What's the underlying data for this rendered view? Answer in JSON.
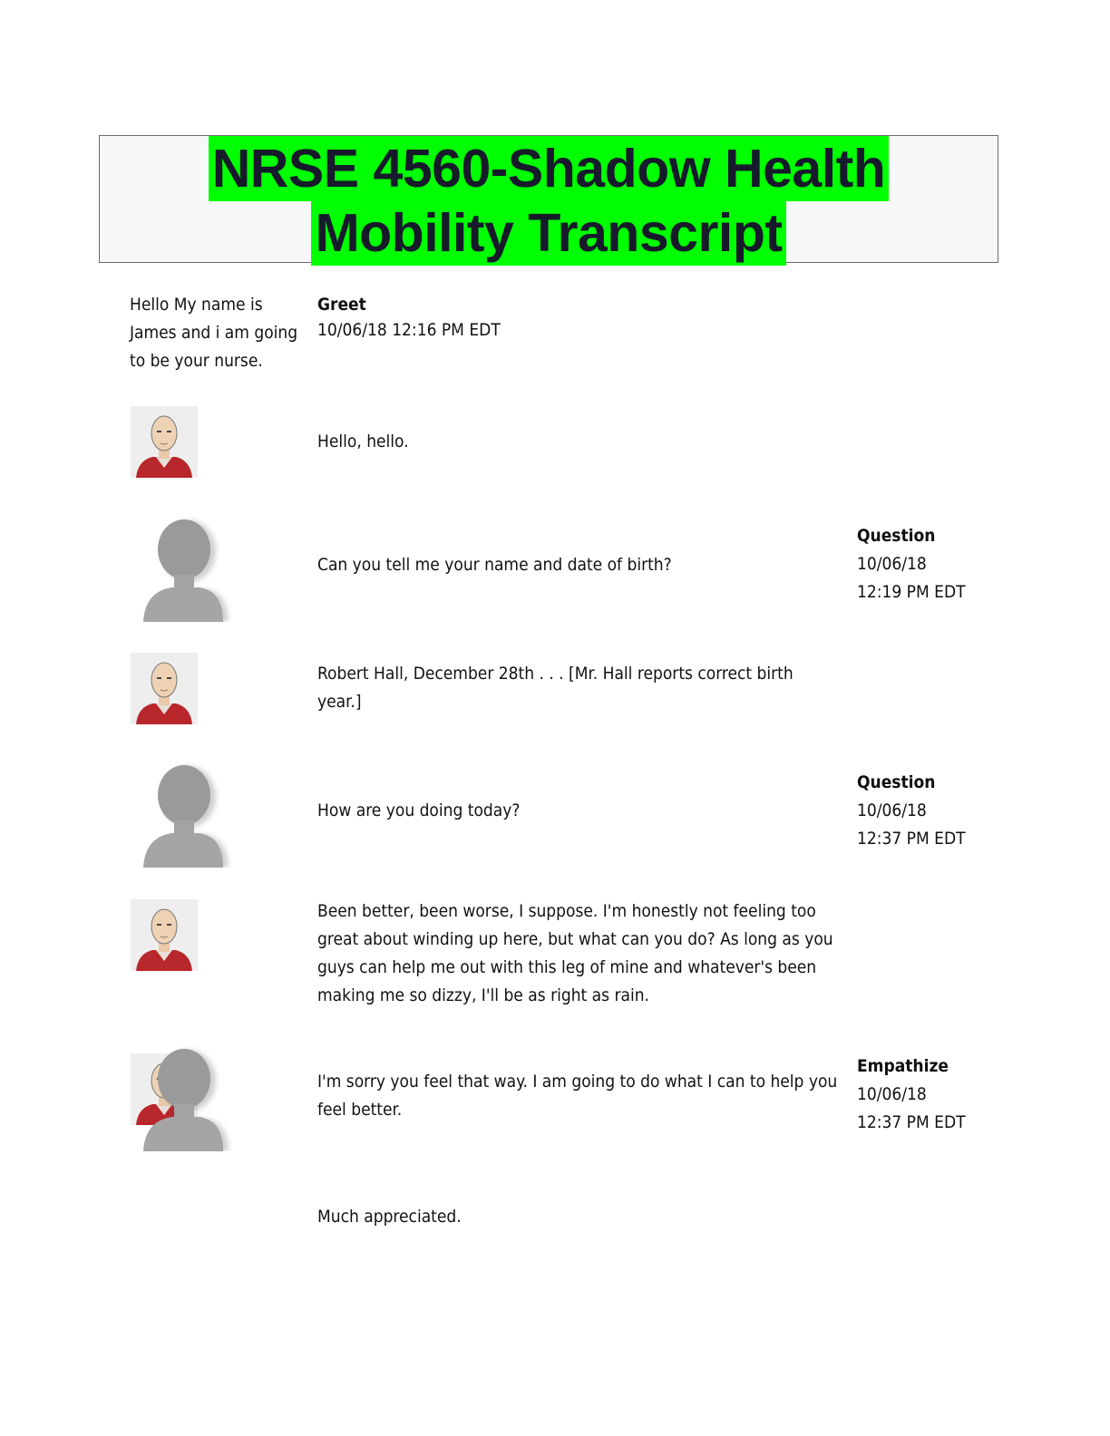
{
  "title": {
    "line1": "NRSE 4560-Shadow Health",
    "line2": "Mobility Transcript",
    "highlight_color": "#00ff00"
  },
  "intro": {
    "text_lines": [
      "Hello My name is",
      "James and i am going",
      "to be your nurse."
    ],
    "category": "Greet",
    "timestamp": "10/06/18 12:16 PM EDT"
  },
  "entries": [
    {
      "speaker": "patient",
      "avatar": "patient-avatar-icon",
      "lines": [
        "Hello, hello."
      ]
    },
    {
      "speaker": "nurse",
      "avatar": "nurse-avatar-icon",
      "lines": [
        "Can you tell me your name and date of birth?"
      ],
      "category": "Question",
      "date": "10/06/18",
      "time": "12:19 PM EDT"
    },
    {
      "speaker": "patient",
      "avatar": "patient-avatar-icon",
      "lines": [
        "Robert Hall, December 28th . . . [Mr. Hall reports correct birth",
        "year.]"
      ]
    },
    {
      "speaker": "nurse",
      "avatar": "nurse-avatar-icon",
      "lines": [
        "How are you doing today?"
      ],
      "category": "Question",
      "date": "10/06/18",
      "time": "12:37 PM EDT"
    },
    {
      "speaker": "patient",
      "avatar": "patient-avatar-icon",
      "lines": [
        "Been better, been worse, I suppose. I'm honestly not feeling too",
        "great about winding up here, but what can you do? As long as you",
        "guys can help me out with this leg of mine and whatever's been",
        "making me so dizzy, I'll be as right as rain."
      ]
    },
    {
      "speaker": "nurse",
      "avatar": "nurse-avatar-icon",
      "lines": [
        "I'm sorry you feel that way. I am going to do what I can to help you",
        "feel better."
      ],
      "category": "Empathize",
      "date": "10/06/18",
      "time": "12:37 PM EDT"
    },
    {
      "speaker": "patient",
      "lines": [
        "Much appreciated."
      ]
    }
  ]
}
